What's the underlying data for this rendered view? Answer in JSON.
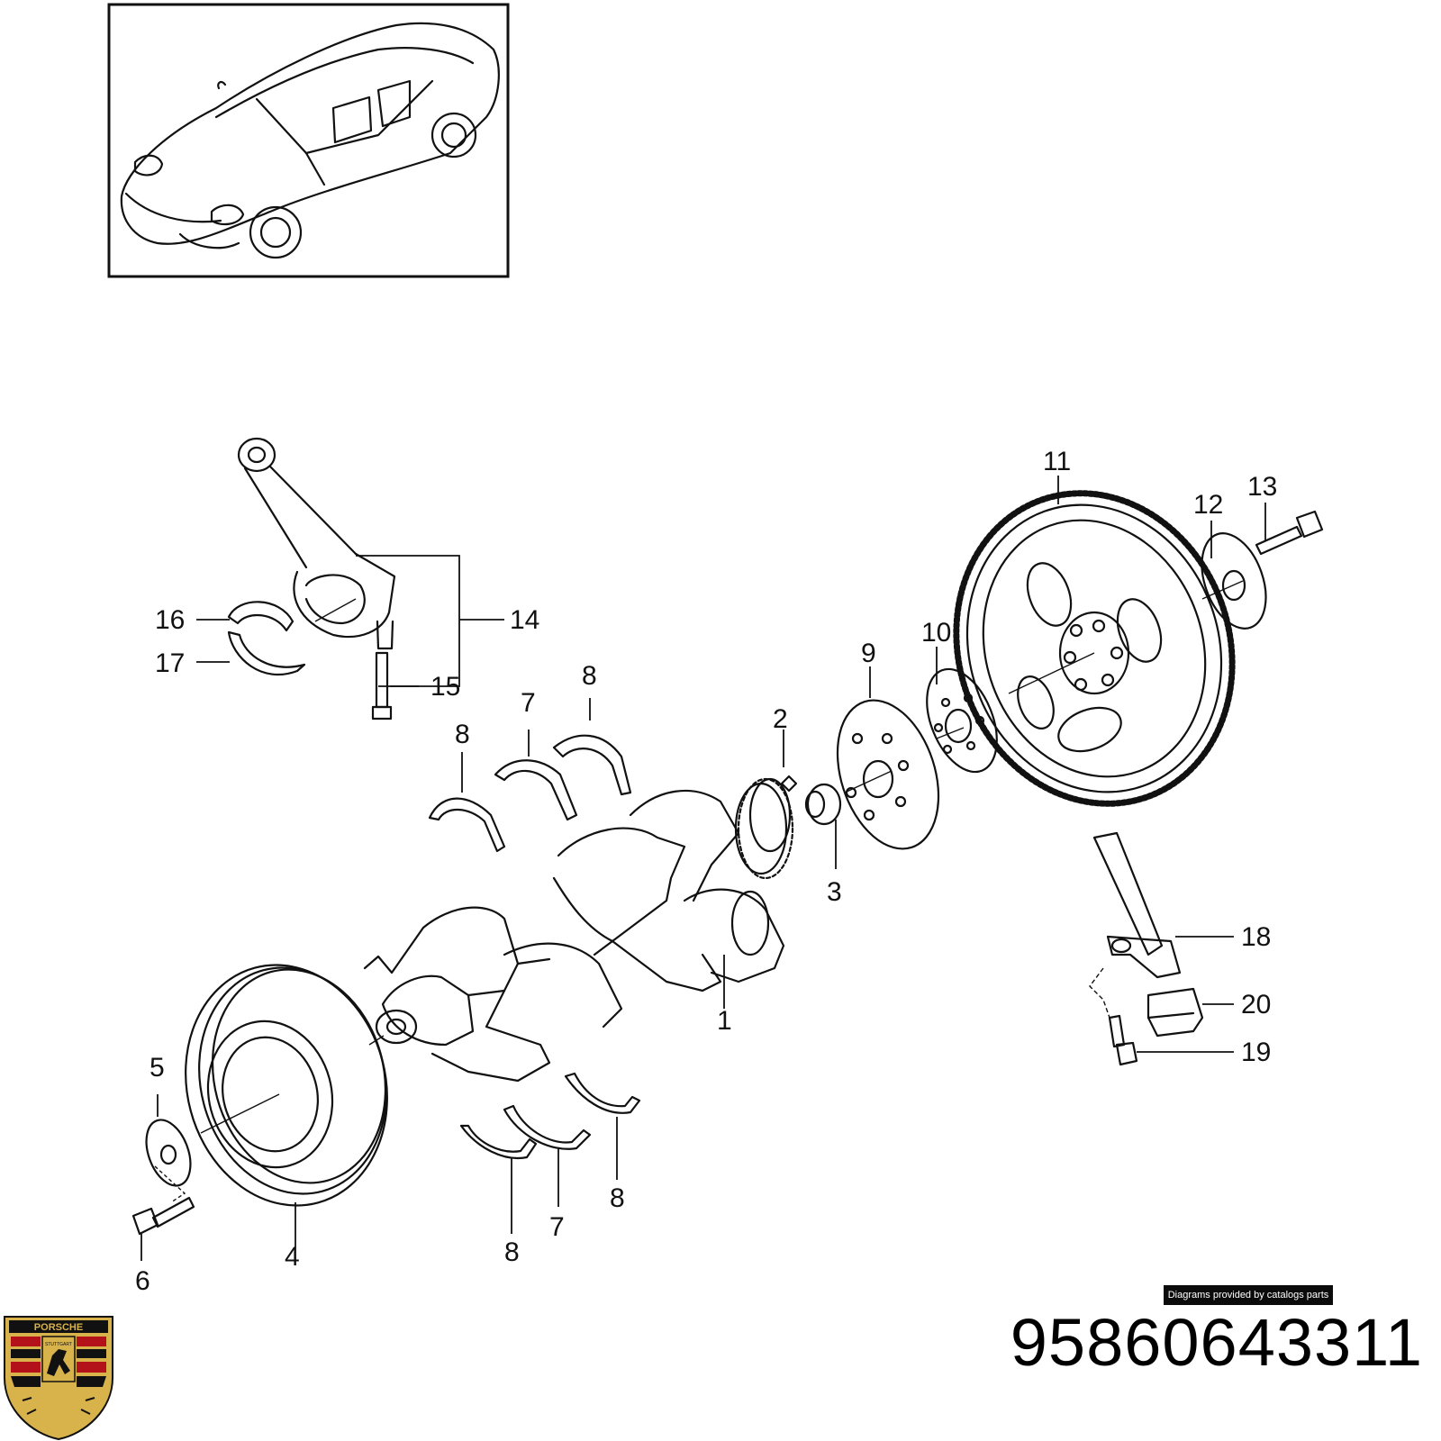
{
  "diagram": {
    "callouts": [
      "1",
      "2",
      "3",
      "4",
      "5",
      "6",
      "7",
      "7",
      "8",
      "8",
      "8",
      "8",
      "9",
      "10",
      "11",
      "12",
      "13",
      "14",
      "15",
      "16",
      "17",
      "18",
      "19",
      "20"
    ]
  },
  "credit": "Diagrams provided by catalogs parts",
  "part_number": "95860643311",
  "logo": {
    "brand_text": "PORSCHE",
    "city_text": "STUTTGART",
    "colors": {
      "gold": "#d8b24a",
      "red": "#b3121a",
      "black": "#111111"
    }
  }
}
